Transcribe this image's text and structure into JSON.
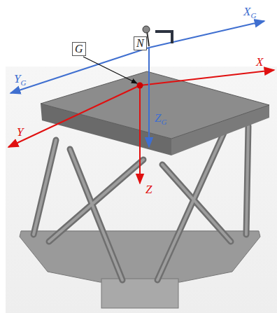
{
  "diagram": {
    "nodes": [
      {
        "text": [
          "N"
        ]
      },
      {
        "text": [
          "G"
        ]
      }
    ],
    "labels": [
      "XG",
      "X",
      "YG",
      "Y",
      "ZG",
      "Z"
    ]
  }
}
